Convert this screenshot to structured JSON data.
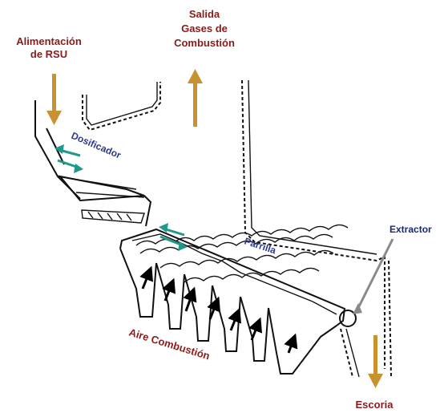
{
  "labels": {
    "feed_line1": "Alimentación",
    "feed_line2": "de RSU",
    "exhaust_line1": "Salida",
    "exhaust_line2": "Gases de",
    "exhaust_line3": "Combustión",
    "doser": "Dosificador",
    "grate": "Parrilla",
    "extractor": "Extractor",
    "combustion_air": "Aire Combustión",
    "slag": "Escoria"
  },
  "colors": {
    "flow_arrow": "#c8922e",
    "motion_arrow": "#1f9a8a",
    "air_arrow": "#000000",
    "red_label": "#8b1a1a",
    "blue_label": "#2e3a8c",
    "extractor_label": "#1b2a6b"
  }
}
